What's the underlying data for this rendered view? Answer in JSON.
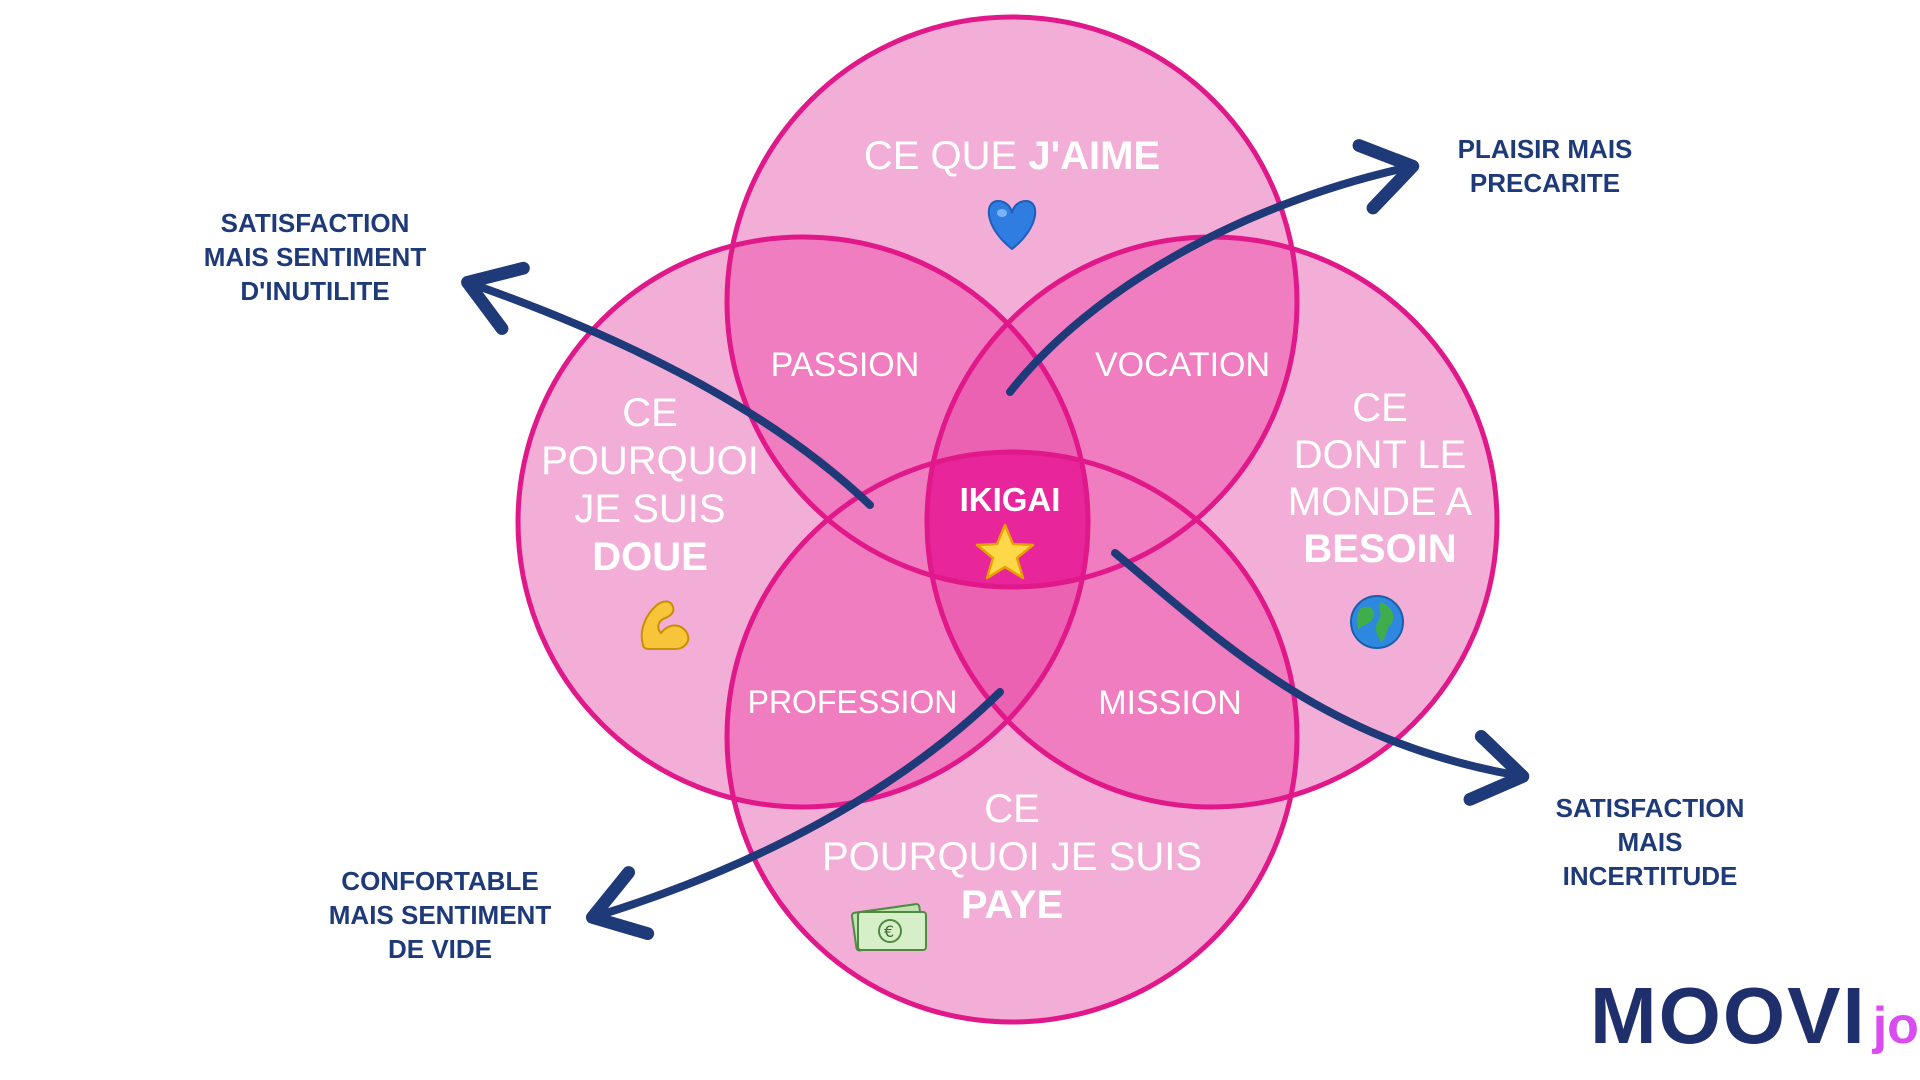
{
  "circles": {
    "aime": {
      "prefix": "CE QUE ",
      "strong": "J'AIME"
    },
    "doue": {
      "lines": [
        "CE",
        "POURQUOI",
        "JE SUIS"
      ],
      "strong": "DOUE"
    },
    "besoin": {
      "lines": [
        "CE",
        "DONT LE",
        "MONDE A"
      ],
      "strong": "BESOIN"
    },
    "paye": {
      "lines": [
        "CE",
        "POURQUOI JE SUIS"
      ],
      "strong": "PAYE"
    }
  },
  "zones": {
    "passion": "PASSION",
    "vocation": "VOCATION",
    "profession": "PROFESSION",
    "mission": "MISSION"
  },
  "center": {
    "label": "IKIGAI"
  },
  "notes": {
    "top_right": [
      "PLAISIR MAIS",
      "PRECARITE"
    ],
    "top_left": [
      "SATISFACTION",
      "MAIS SENTIMENT",
      "D'INUTILITE"
    ],
    "bottom_left": [
      "CONFORTABLE",
      "MAIS SENTIMENT",
      "DE VIDE"
    ],
    "bottom_right": [
      "SATISFACTION",
      "MAIS",
      "INCERTITUDE"
    ]
  },
  "icons": {
    "aime": "blue-heart-icon",
    "doue": "flexed-biceps-icon",
    "besoin": "globe-icon",
    "paye": "banknotes-icon",
    "center": "star-icon"
  },
  "colors": {
    "circle_fill": "#ef9ccd",
    "circle_stroke": "#e0188a",
    "overlap": "#f07dc0",
    "center": "#e8259a",
    "arrow": "#1f3a78",
    "logo_main": "#1e2f6b",
    "logo_sub": "#d94cf0"
  },
  "logo": {
    "main": "MOOVI",
    "sub": "job"
  }
}
